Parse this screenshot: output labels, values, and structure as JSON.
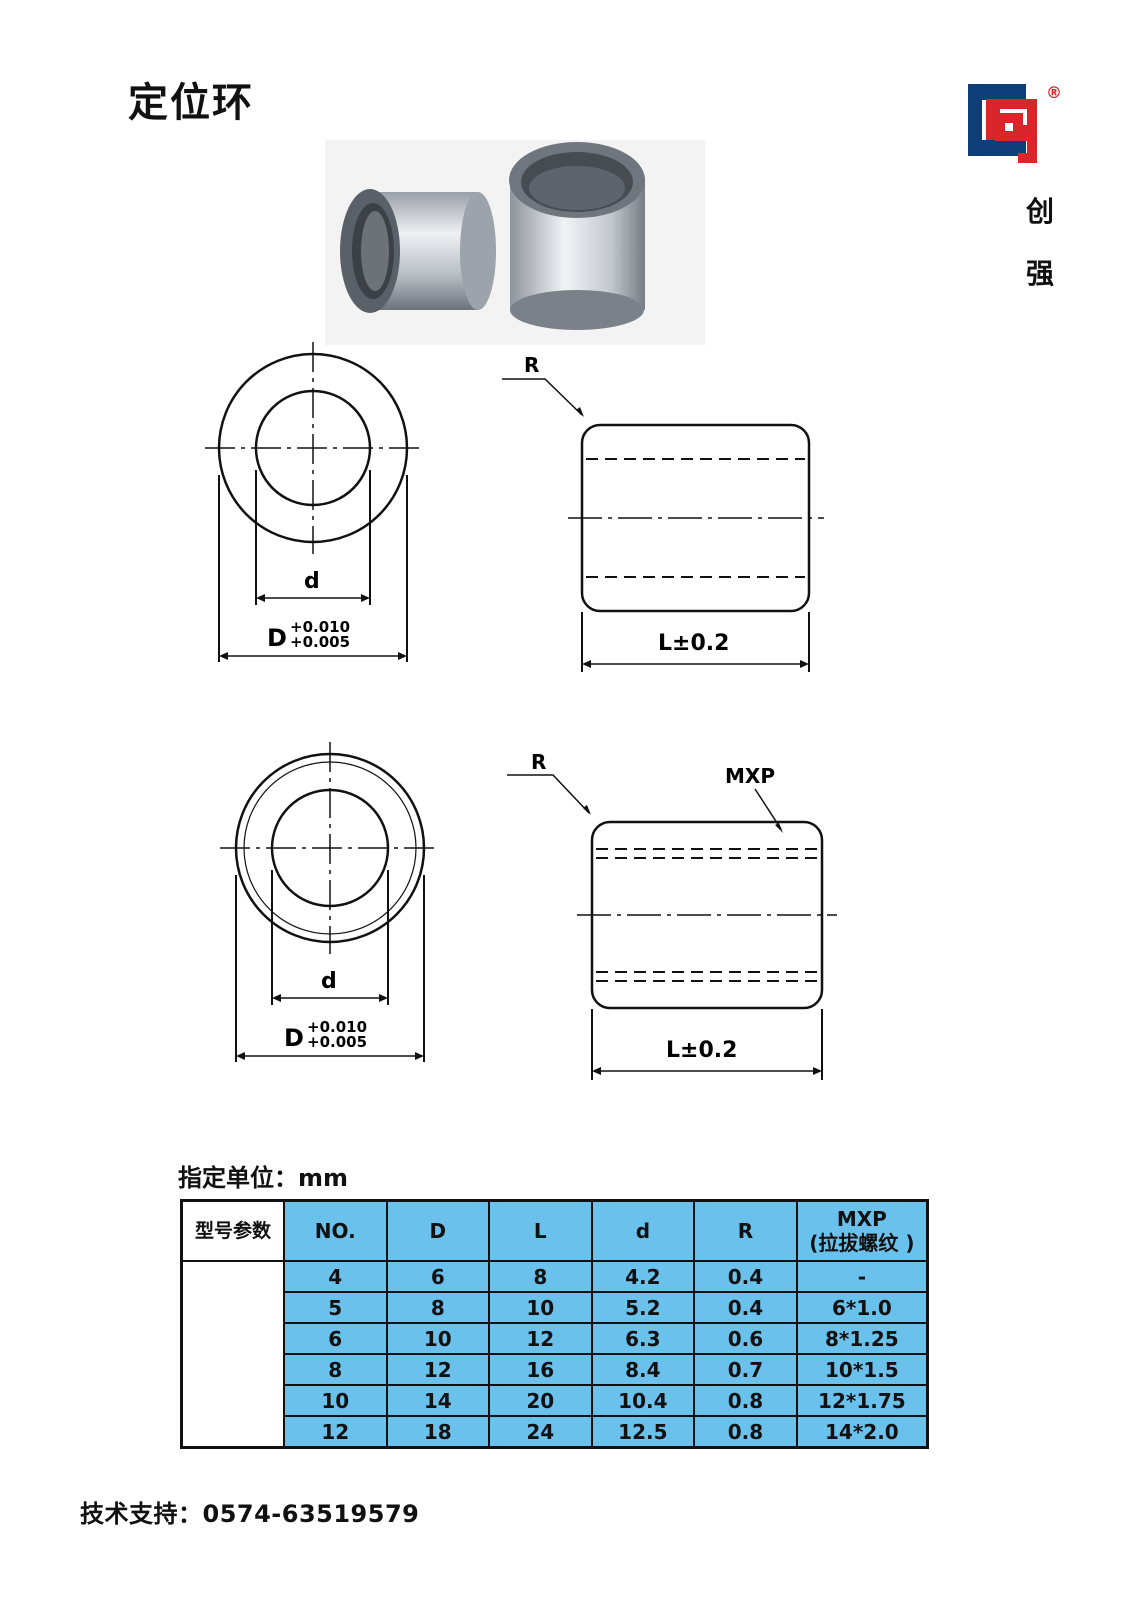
{
  "page": {
    "title": "定位环",
    "brand": {
      "name_line1": "创",
      "name_line2": "强",
      "registered_mark": "®"
    },
    "unit_note": "指定单位：mm",
    "support": "技术支持：0574-63519579"
  },
  "drawings": {
    "top_front": {
      "d_label": "d",
      "D_label": "D",
      "D_tol_upper": "+0.010",
      "D_tol_lower": "+0.005"
    },
    "top_side": {
      "R_label": "R",
      "L_label": "L±0.2"
    },
    "bottom_front": {
      "d_label": "d",
      "D_label": "D",
      "D_tol_upper": "+0.010",
      "D_tol_lower": "+0.005"
    },
    "bottom_side": {
      "R_label": "R",
      "MXP_label": "MXP",
      "L_label": "L±0.2"
    }
  },
  "table": {
    "param_header": "型号参数",
    "headers": [
      "NO.",
      "D",
      "L",
      "d",
      "R"
    ],
    "mxp_header_line1": "MXP",
    "mxp_header_line2": "(拉拔螺纹 )",
    "rows": [
      [
        "4",
        "6",
        "8",
        "4.2",
        "0.4",
        "-"
      ],
      [
        "5",
        "8",
        "10",
        "5.2",
        "0.4",
        "6*1.0"
      ],
      [
        "6",
        "10",
        "12",
        "6.3",
        "0.6",
        "8*1.25"
      ],
      [
        "8",
        "12",
        "16",
        "8.4",
        "0.7",
        "10*1.5"
      ],
      [
        "10",
        "14",
        "20",
        "10.4",
        "0.8",
        "12*1.75"
      ],
      [
        "12",
        "18",
        "24",
        "12.5",
        "0.8",
        "14*2.0"
      ]
    ]
  },
  "colors": {
    "table_fill": "#69c1ec",
    "logo_red": "#d9262b",
    "logo_blue": "#0f3f78"
  }
}
